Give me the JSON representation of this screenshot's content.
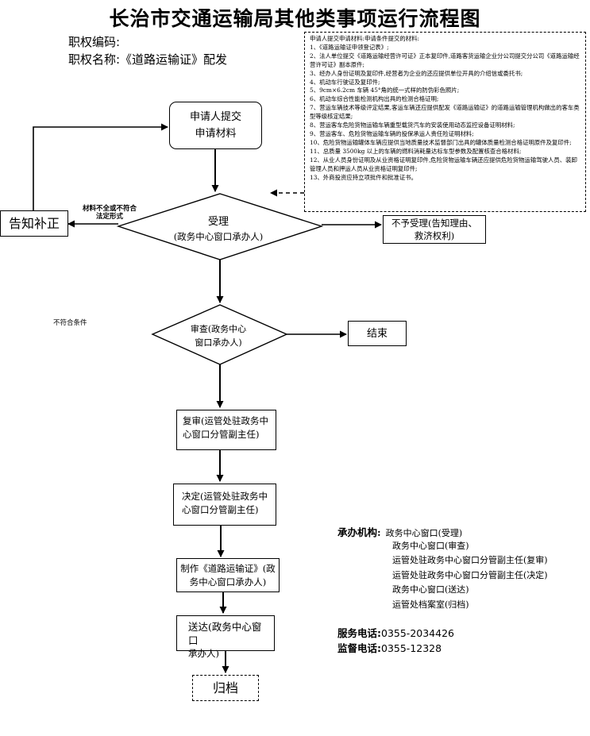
{
  "title": "长治市交通运输局其他类事项运行流程图",
  "meta": {
    "code_label": "职权编码:",
    "name_label": "职权名称:《道路运输证》配发"
  },
  "requirements": {
    "header": "申请人提交申请材料:申请条件提交的材料:",
    "items": [
      "1、《道路运输证申领登记表》;",
      "2、法人单位提交《道路运输经营许可证》正本复印件,道路客货运输企业分公司提交分公司《道路运输经营许可证》副本原件;",
      "3、经办人身份证明及复印件,经营者为企业的还应提供单位开具的介绍信或委托书;",
      "4、机动车行驶证及复印件;",
      "5、9cm×6.2cm 车辆 45°角的统一式样的防伪彩色照片;",
      "6、机动车综合性能检测机构出具的检测合格证明;",
      "7、营运车辆技术等级评定结果,客运车辆还应提供配发《道路运输证》的道路运输管理机构做出的客车类型等级核定结果;",
      "8、营运客车危险货物运输车辆重型载货汽车的安装使用动态监控设备证明材料;",
      "9、营运客车、危险货物运输车辆的投保承运人责任险证明材料;",
      "10、危险货物运输罐体车辆应提供当地质量技术监督部门出具的罐体质量检测合格证明原件及复印件;",
      "11、总质量 3500kg 以上的车辆的燃料消耗量达标车型参数及配置核查合格材料;",
      "12、从业人员身份证明及从业资格证明复印件,危险货物运输车辆还应提供危险货物运输驾驶人员、装卸管理人员和押运人员从业资格证明复印件;",
      "13、外商投资应持立项批件和批准证书。"
    ]
  },
  "flow": {
    "submit": [
      "申请人提交",
      "申请材料"
    ],
    "notify": "告知补正",
    "incomplete": [
      "材料不全或不符合",
      "法定形式"
    ],
    "accept": [
      "受理",
      "(政务中心窗口承办人)"
    ],
    "reject": [
      "不予受理(告知理由、",
      "救济权利)"
    ],
    "not_meet": "不符合条件",
    "review": [
      "审查(政务中心",
      "窗口承办人)"
    ],
    "end": "结束",
    "recheck": [
      "复审(运管处驻政务中",
      "心窗口分管副主任)"
    ],
    "decide": [
      "决定(运管处驻政务中",
      "心窗口分管副主任)"
    ],
    "make": [
      "制作《道路运输证》(政",
      "务中心窗口承办人)"
    ],
    "deliver": [
      "送达(政务中心窗口",
      "承办人)"
    ],
    "archive": "归档"
  },
  "orgs": {
    "label": "承办机构:",
    "items": [
      "政务中心窗口(受理)",
      "政务中心窗口(审查)",
      "运管处驻政务中心窗口分管副主任(复审)",
      "运管处驻政务中心窗口分管副主任(决定)",
      "政务中心窗口(送达)",
      "运管处档案室(归档)"
    ]
  },
  "phones": {
    "service_label": "服务电话:",
    "service_value": "0355-2034426",
    "supervise_label": "监督电话:",
    "supervise_value": "0355-12328"
  }
}
